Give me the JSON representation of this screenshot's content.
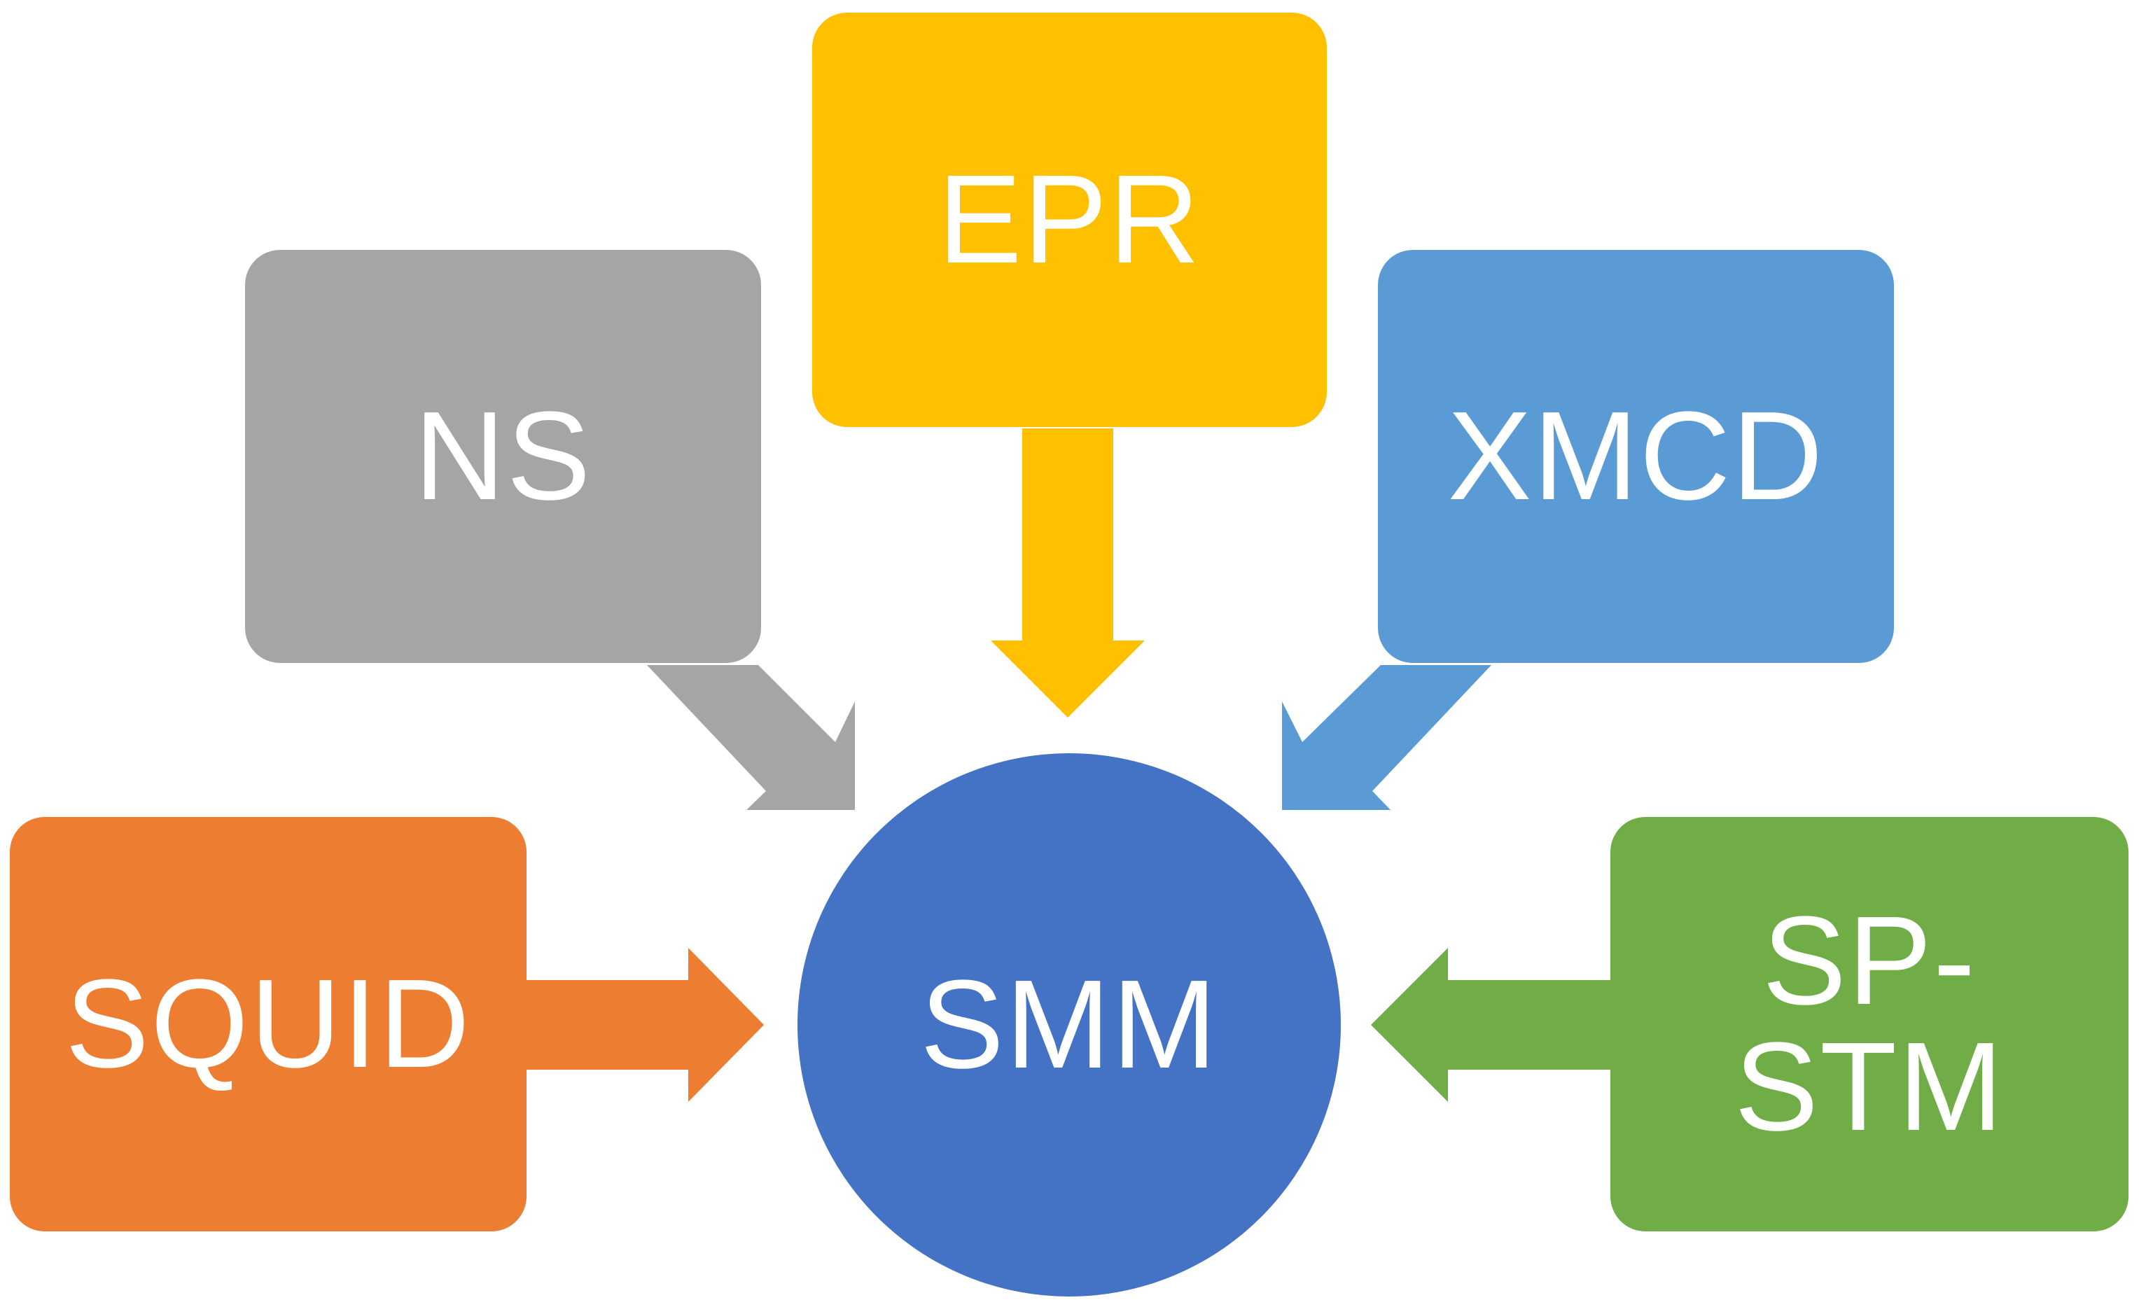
{
  "diagram": {
    "center": {
      "label": "SMM",
      "color": "#4472C4"
    },
    "nodes": [
      {
        "id": "squid",
        "label": "SQUID",
        "color": "#ED7D31"
      },
      {
        "id": "ns",
        "label": "NS",
        "color": "#A5A5A5"
      },
      {
        "id": "epr",
        "label": "EPR",
        "color": "#FFC000"
      },
      {
        "id": "xmcd",
        "label": "XMCD",
        "color": "#5B9BD5"
      },
      {
        "id": "sp-stm",
        "label_line1": "SP-",
        "label_line2": "STM",
        "color": "#70AD47"
      }
    ]
  }
}
